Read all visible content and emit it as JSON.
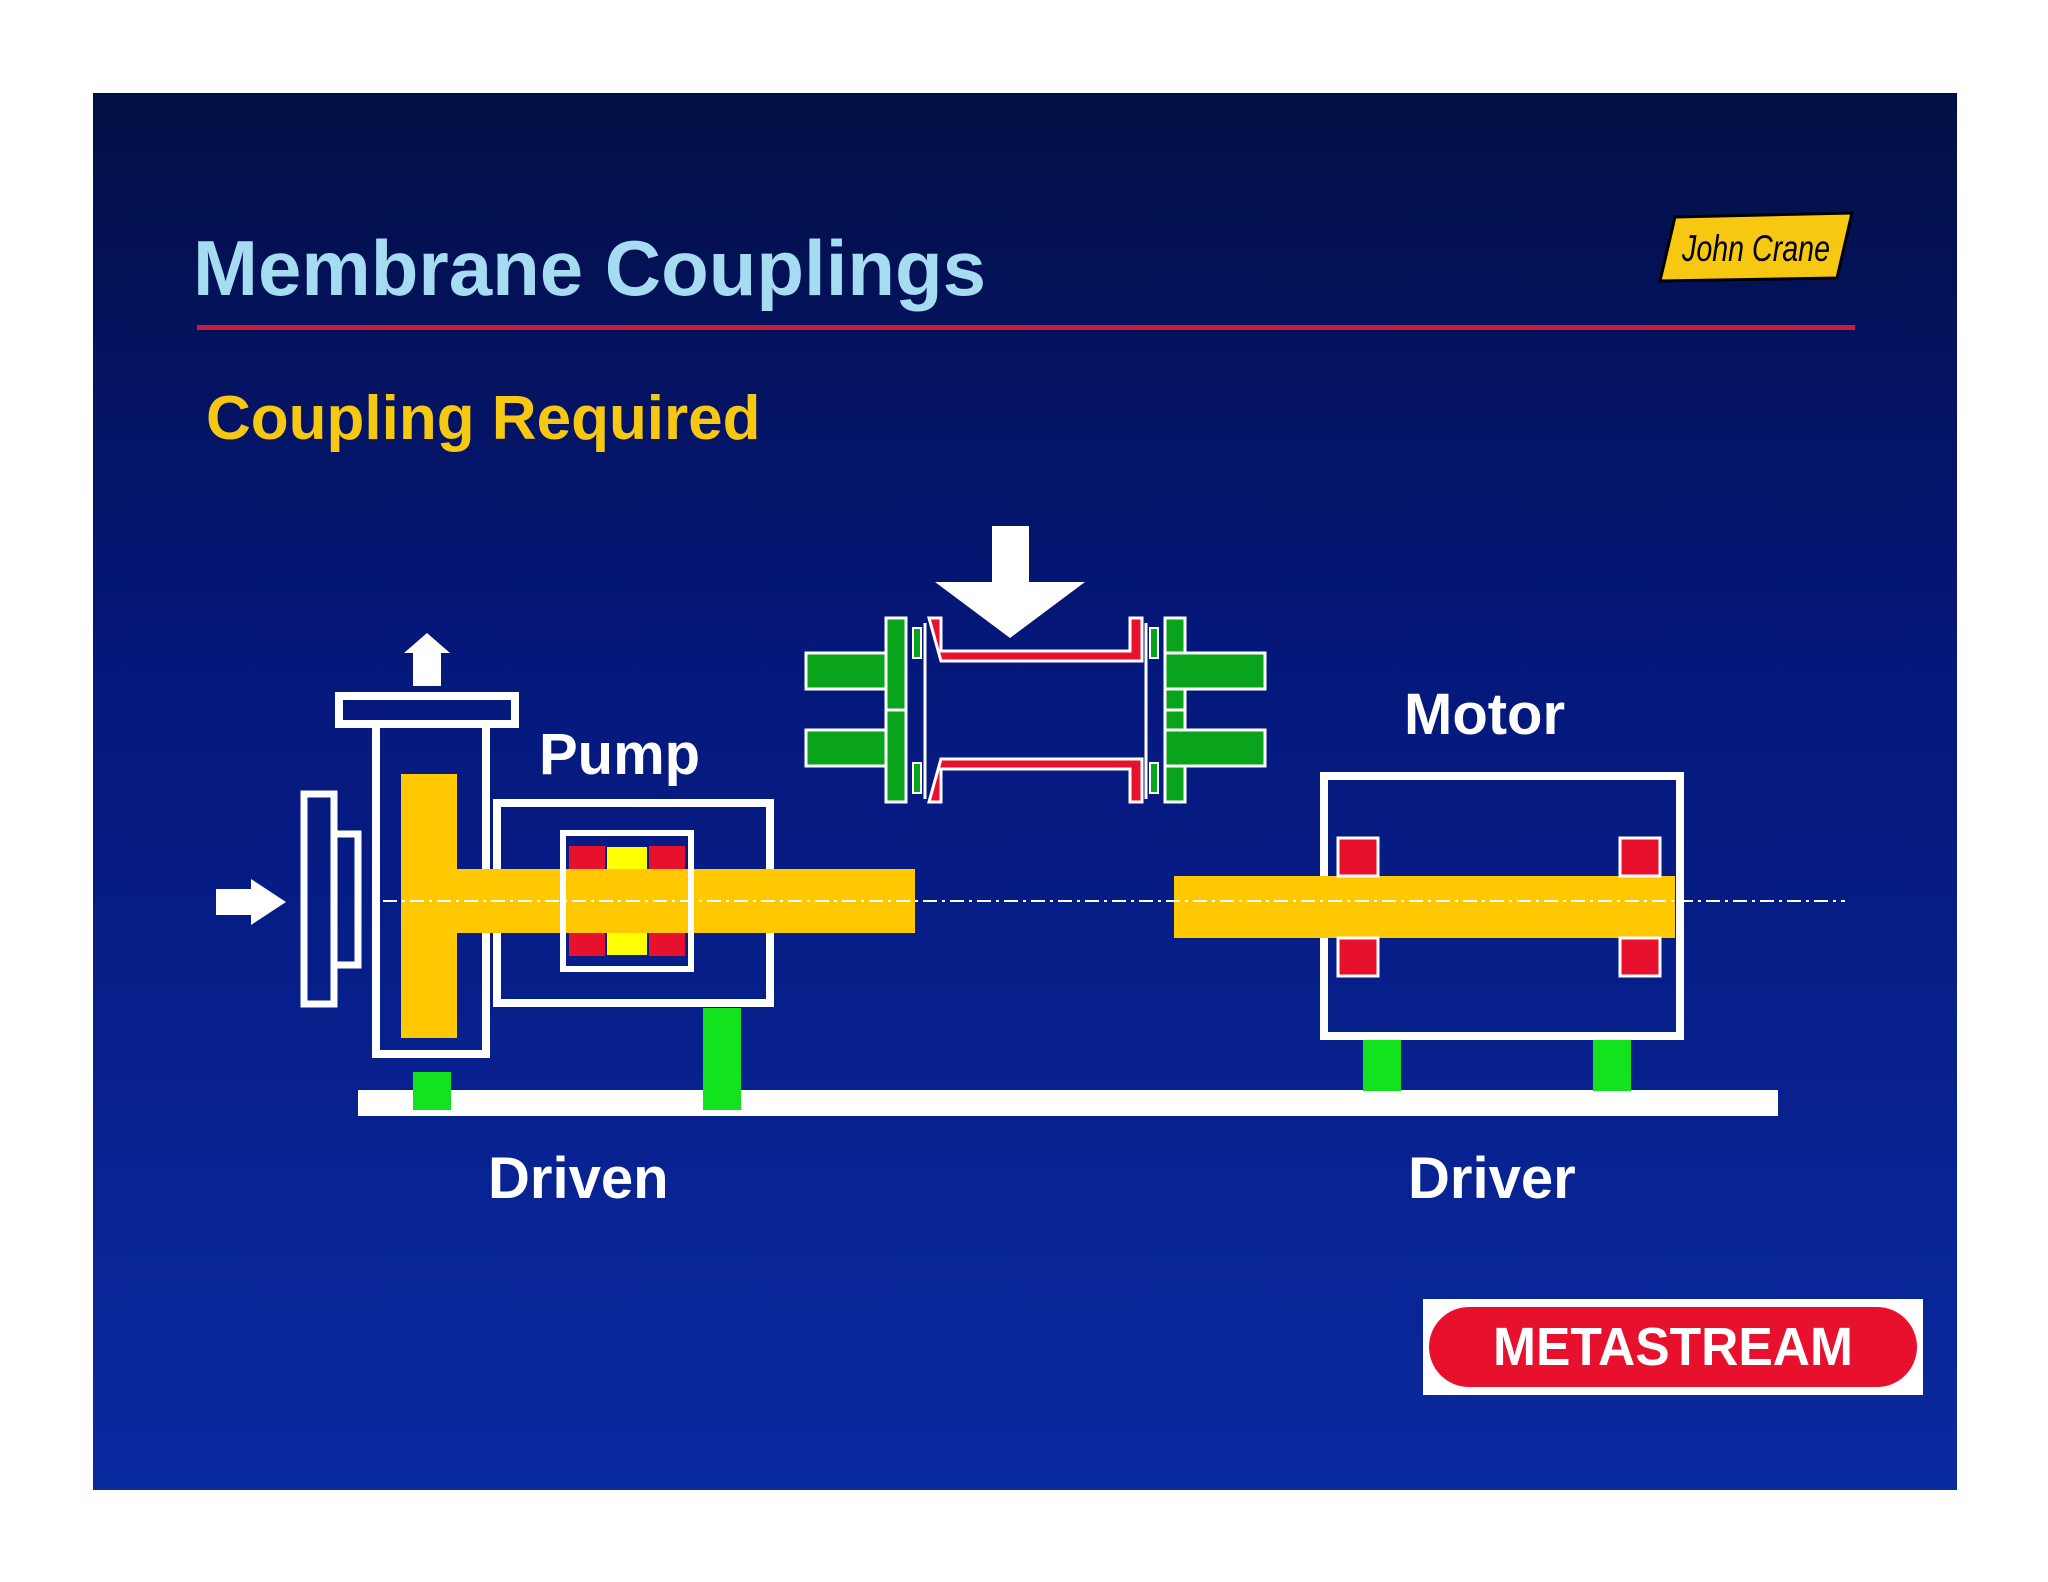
{
  "slide": {
    "title": "Membrane Couplings",
    "subtitle": "Coupling Required"
  },
  "labels": {
    "pump": "Pump",
    "motor": "Motor",
    "driven": "Driven",
    "driver": "Driver"
  },
  "logos": {
    "john_crane": "John Crane",
    "metastream": "METASTREAM"
  },
  "colors": {
    "background": "#061a80",
    "title": "#a6dcf2",
    "subtitle": "#f7c812",
    "rule": "#d01a3a",
    "shaft": "#ffc800",
    "bearing": "#e8112d",
    "foot": "#13e21f",
    "hub": "#0aa31c",
    "outline": "#ffffff"
  },
  "icons": [
    "flow-arrow-up-icon",
    "flow-arrow-right-icon",
    "insert-arrow-down-icon"
  ]
}
